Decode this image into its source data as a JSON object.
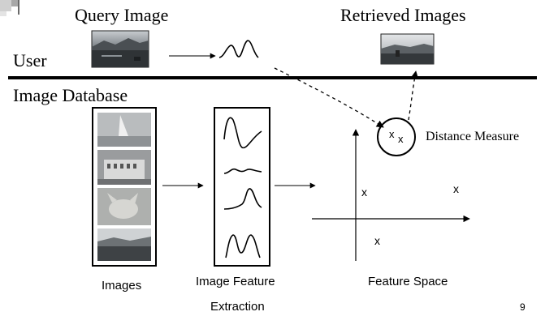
{
  "user_label": "User",
  "database_label": "Image Database",
  "query_image_label": "Query Image",
  "retrieved_images_label": "Retrieved Images",
  "distance_measure_label": "Distance Measure",
  "images_label": "Images",
  "feature_extraction_label_line1": "Image Feature",
  "feature_extraction_label_line2": "Extraction",
  "feature_space_label": "Feature Space",
  "slide_number": "9",
  "feature_space_markers": [
    "x",
    "x",
    "x"
  ],
  "distance_circle_markers": [
    "x",
    "x"
  ]
}
